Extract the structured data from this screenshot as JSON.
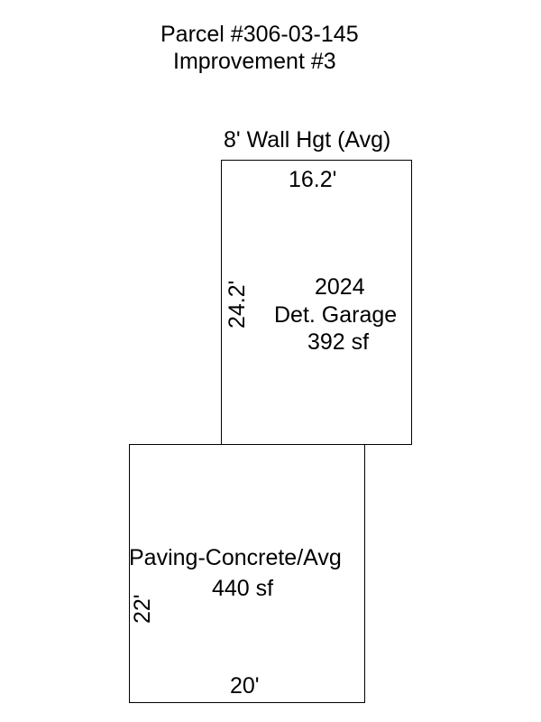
{
  "header": {
    "parcel": "Parcel #306-03-145",
    "improvement": "Improvement #3"
  },
  "garage": {
    "wall_height": "8' Wall Hgt (Avg)",
    "width": "16.2'",
    "depth": "24.2'",
    "year": "2024",
    "type": "Det. Garage",
    "area": "392 sf"
  },
  "paving": {
    "type": "Paving-Concrete/Avg",
    "area": "440 sf",
    "depth": "22'",
    "width": "20'"
  }
}
